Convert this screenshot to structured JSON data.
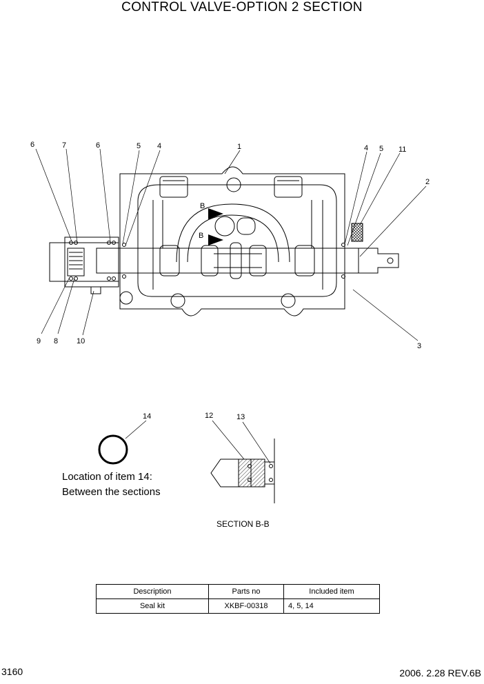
{
  "title": "CONTROL VALVE-OPTION 2 SECTION",
  "callouts": {
    "c1": "1",
    "c2": "2",
    "c3": "3",
    "c4a": "4",
    "c4b": "4",
    "c5a": "5",
    "c5b": "5",
    "c6a": "6",
    "c6b": "6",
    "c7": "7",
    "c8": "8",
    "c9": "9",
    "c10": "10",
    "c11": "11",
    "c12": "12",
    "c13": "13",
    "c14": "14"
  },
  "section_marks": {
    "b_upper": "B",
    "b_lower": "B"
  },
  "note": {
    "line1": "Location of item 14:",
    "line2": "Between the sections"
  },
  "section_label": "SECTION B-B",
  "parts_table": {
    "headers": [
      "Description",
      "Parts no",
      "Included item"
    ],
    "rows": [
      [
        "Seal kit",
        "XKBF-00318",
        "4, 5, 14"
      ]
    ]
  },
  "footer": {
    "page": "3160",
    "revision": "2006. 2.28  REV.6B"
  }
}
